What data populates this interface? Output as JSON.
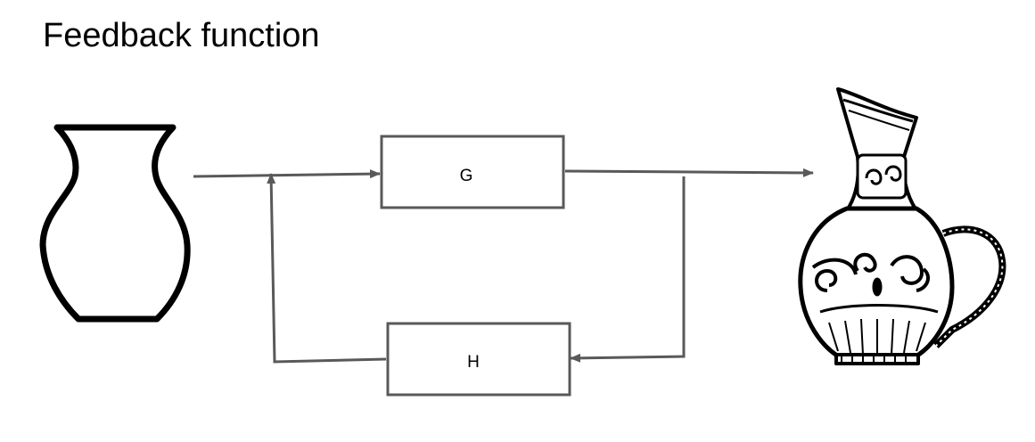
{
  "title": "Feedback function",
  "blocks": {
    "forward": {
      "label": "G"
    },
    "feedback": {
      "label": "H"
    }
  },
  "images": {
    "input": "simple-vase-icon",
    "output": "ornate-jug-icon"
  },
  "colors": {
    "line": "#595959",
    "block_border": "#595959",
    "text": "#000000",
    "background": "#ffffff"
  }
}
